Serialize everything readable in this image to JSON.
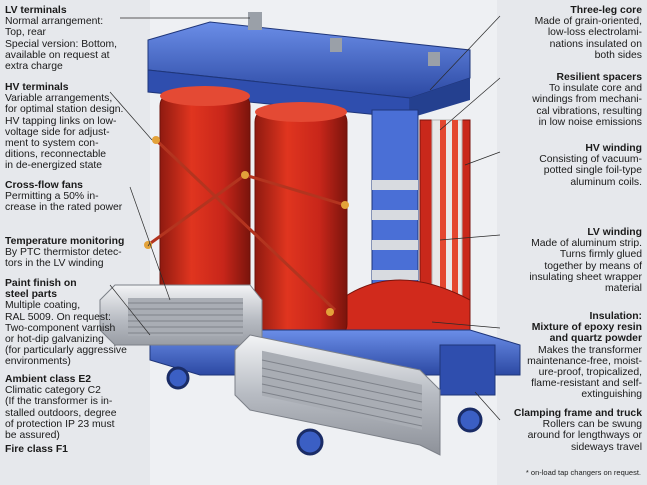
{
  "annotations_left": [
    {
      "key": "lv_terminals",
      "heading": "LV terminals",
      "body": "Normal arrangement:\nTop, rear\nSpecial version: Bottom,\navailable on request at\nextra charge"
    },
    {
      "key": "hv_terminals",
      "heading": "HV terminals",
      "body": "Variable arrangements,\nfor optimal station design.\nHV tapping links on low-\nvoltage side for adjust-\nment to system con-\nditions, reconnectable\nin de-energized state"
    },
    {
      "key": "cross_flow_fans",
      "heading": "Cross-flow fans",
      "body": "Permitting a 50% in-\ncrease in the rated power"
    },
    {
      "key": "temperature_monitoring",
      "heading": "Temperature monitoring",
      "body": "By PTC thermistor detec-\ntors in the LV winding"
    },
    {
      "key": "paint_finish",
      "heading": "Paint finish on\nsteel parts",
      "body": "Multiple coating,\nRAL 5009. On request:\nTwo-component varnish\nor hot-dip galvanizing\n(for particularly aggressive\nenvironments)"
    },
    {
      "key": "ambient_class",
      "heading": "Ambient class E2",
      "body": "Climatic category C2\n(If the transformer is in-\nstalled outdoors, degree\nof protection IP 23 must\nbe assured)"
    },
    {
      "key": "fire_class",
      "heading": "Fire class F1",
      "body": ""
    }
  ],
  "annotations_right": [
    {
      "key": "three_leg_core",
      "heading": "Three-leg core",
      "body": "Made of grain-oriented,\nlow-loss electrolami-\nnations insulated on\nboth sides"
    },
    {
      "key": "resilient_spacers",
      "heading": "Resilient spacers",
      "body": "To insulate core and\nwindings from mechani-\ncal vibrations, resulting\nin low noise emissions"
    },
    {
      "key": "hv_winding",
      "heading": "HV winding",
      "body": "Consisting of vacuum-\npotted single foil-type\naluminum coils."
    },
    {
      "key": "lv_winding",
      "heading": "LV winding",
      "body": "Made of aluminum strip.\nTurns firmly glued\ntogether by means of\ninsulating sheet wrapper\nmaterial"
    },
    {
      "key": "insulation",
      "heading": "Insulation:\nMixture of epoxy resin\nand quartz powder",
      "body": "Makes the transformer\nmaintenance-free, moist-\nure-proof, tropicalized,\nflame-resistant and self-\nextinguishing"
    },
    {
      "key": "clamping_frame",
      "heading": "Clamping frame and truck",
      "body": "Rollers can be swung\naround for lengthways or\nsideways travel"
    }
  ],
  "footnote": "* on-load tap changers on request.",
  "colors": {
    "steel_blue": "#3b5fc4",
    "resin_red": "#d12a1c",
    "fan_grey": "#c9ccd1",
    "panel_bg": "#e6e8ec"
  }
}
